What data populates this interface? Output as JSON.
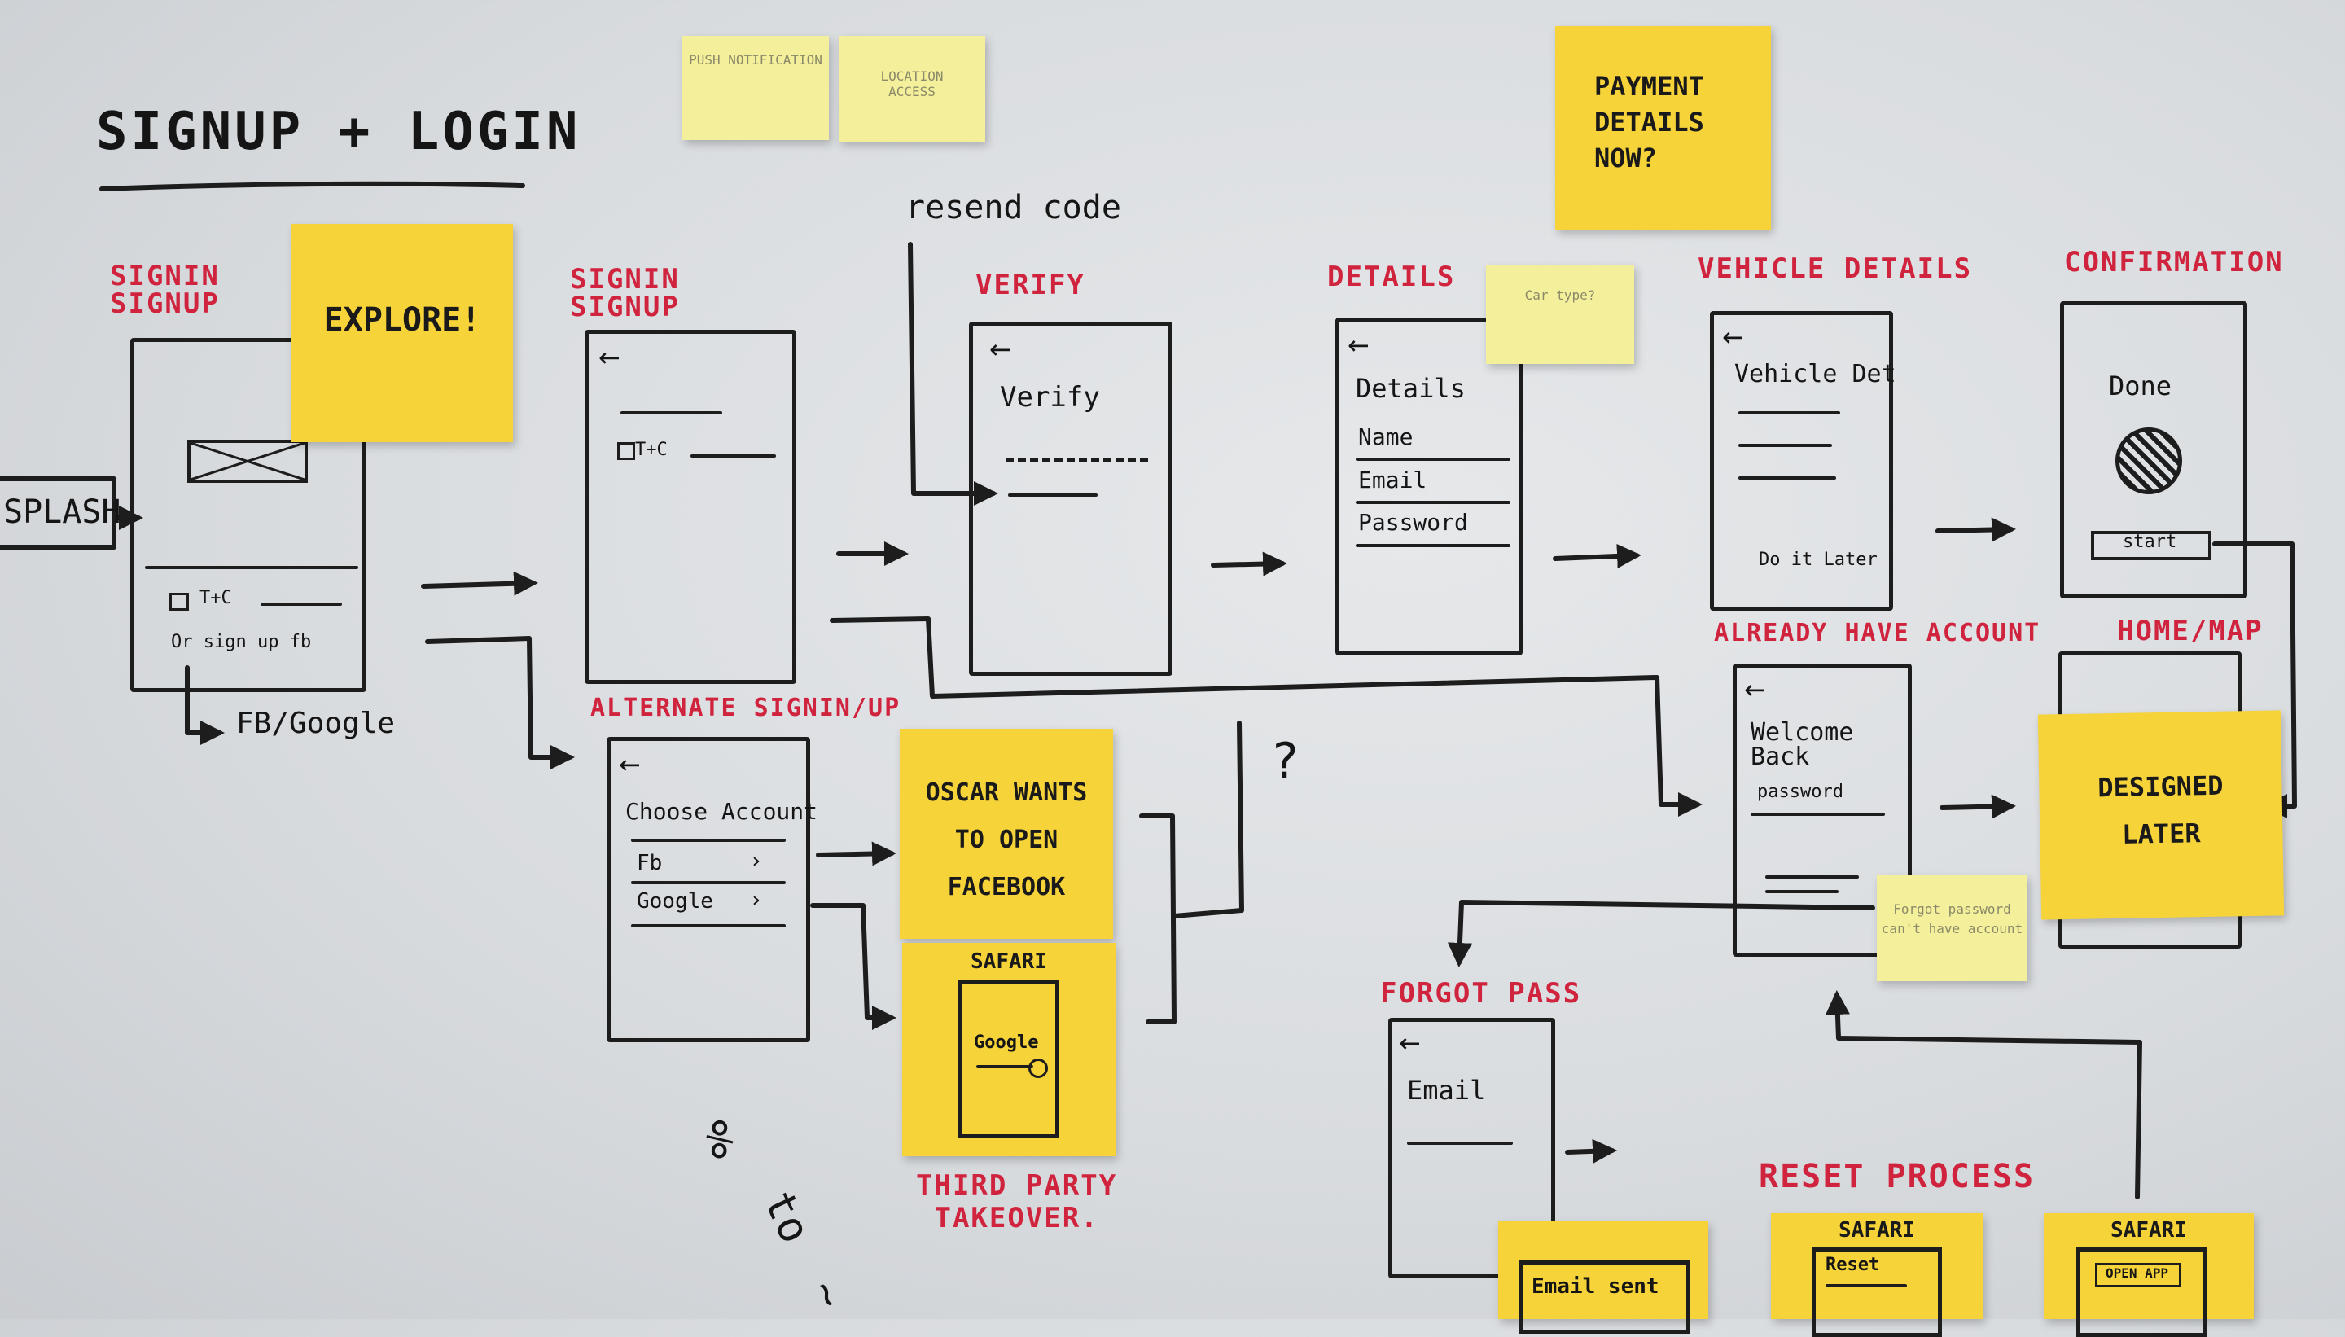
{
  "title": "SIGNUP + LOGIN",
  "splash": "SPLASH",
  "fb_google": "FB/Google",
  "resend_code": "resend code",
  "question_mark": "?",
  "sections": {
    "signin_signup_1": "SIGNIN\nSIGNUP",
    "signin_signup_2": "SIGNIN\nSIGNUP",
    "verify": "VERIFY",
    "details": "DETAILS",
    "vehicle_details": "VEHICLE DETAILS",
    "confirmation": "CONFIRMATION",
    "alternate": "ALTERNATE SIGNIN/UP",
    "already_have_account": "ALREADY HAVE ACCOUNT",
    "home_map": "HOME/MAP",
    "forgot_pass": "FORGOT PASS",
    "reset_process": "RESET PROCESS",
    "third_party": "THIRD PARTY\nTAKEOVER."
  },
  "notes": {
    "explore": "EXPLORE!",
    "payment": "PAYMENT\nDETAILS\nNOW?",
    "oscar": "OSCAR WANTS\nTO OPEN\nFACEBOOK",
    "safari_1": "SAFARI",
    "google_in_safari": "Google",
    "designed_later": "DESIGNED\nLATER",
    "email_sent": "Email sent",
    "safari_2": "SAFARI",
    "safari_2_item": "Reset",
    "safari_3": "SAFARI",
    "safari_3_item": "OPEN APP"
  },
  "pale_notes": {
    "push": "PUSH NOTIFICATION",
    "location": "LOCATION\nACCESS",
    "car_type": "Car type?",
    "forgot": "Forgot password\ncan't have account"
  },
  "screens": {
    "signin_1": {
      "tc": "T+C",
      "or_fb": "Or sign up fb"
    },
    "signin_2": {
      "tc": "T+C"
    },
    "verify": {
      "heading": "Verify"
    },
    "details": {
      "heading": "Details",
      "fields": [
        "Name",
        "Email",
        "Password"
      ]
    },
    "vehicle": {
      "heading": "Vehicle Det",
      "do_it_later": "Do it Later"
    },
    "confirmation": {
      "heading": "Done",
      "start": "start"
    },
    "alternate": {
      "heading": "Choose Account",
      "options": [
        "Fb",
        "Google"
      ]
    },
    "welcome": {
      "heading": "Welcome\nBack",
      "password": "password"
    },
    "forgot": {
      "heading": "Email"
    }
  },
  "scribble": {
    "a": "%",
    "b": "to",
    "c": "~"
  }
}
